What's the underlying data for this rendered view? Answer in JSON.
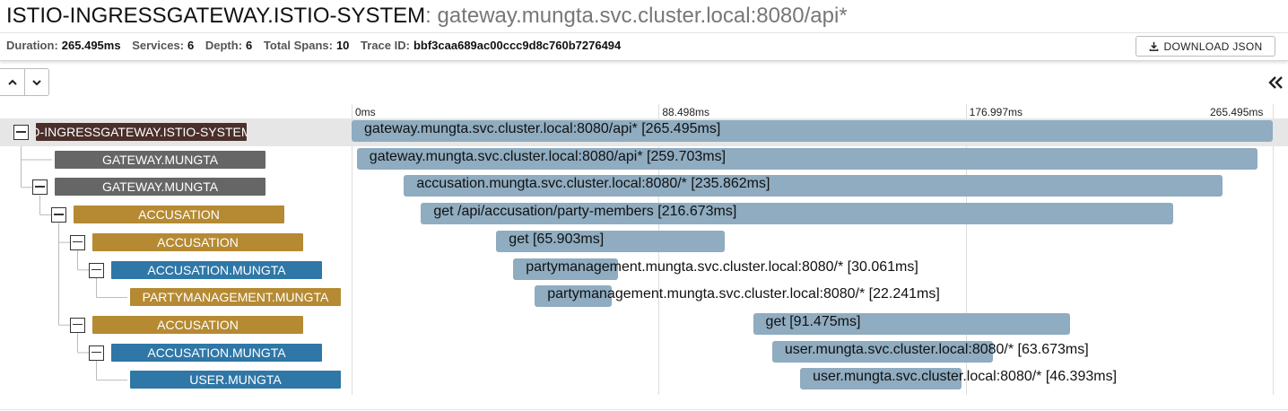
{
  "trace": {
    "root_service": "ISTIO-INGRESSGATEWAY.ISTIO-SYSTEM",
    "separator": ": ",
    "root_operation": "gateway.mungta.svc.cluster.local:8080/api*"
  },
  "meta": {
    "duration_label": "Duration:",
    "duration": "265.495ms",
    "services_label": "Services:",
    "services": "6",
    "depth_label": "Depth:",
    "depth": "6",
    "spans_label": "Total Spans:",
    "spans": "10",
    "trace_id_label": "Trace ID:",
    "trace_id": "bbf3caa689ac00ccc9d8c760b7276494"
  },
  "toolbar": {
    "download_label": "DOWNLOAD JSON",
    "up_icon": "chevron-up-icon",
    "down_icon": "chevron-down-icon",
    "collapse_icon": "double-chevron-left-icon"
  },
  "timeline": {
    "ticks": [
      "0ms",
      "88.498ms",
      "176.997ms",
      "265.495ms"
    ],
    "total_ms": 265.495
  },
  "colors": {
    "istio": "#4a2f2b",
    "gateway": "#666666",
    "accusation": "#b58a33",
    "accusation_mungta": "#2f77a7",
    "partymanagement": "#b58a33",
    "user": "#2f77a7",
    "bar": "#8daabf"
  },
  "spans": [
    {
      "service": "ISTIO-INGRESSGATEWAY.ISTIO-SYSTEM",
      "label": "gateway.mungta.svc.cluster.local:8080/api* [265.495ms]",
      "start_ms": 0,
      "duration_ms": 265.495,
      "depth": 0,
      "has_children": true,
      "color": "#4a2f2b",
      "selected": true
    },
    {
      "service": "GATEWAY.MUNGTA",
      "label": "gateway.mungta.svc.cluster.local:8080/api* [259.703ms]",
      "start_ms": 1.5,
      "duration_ms": 259.703,
      "depth": 1,
      "has_children": false,
      "color": "#666666"
    },
    {
      "service": "GATEWAY.MUNGTA",
      "label": "accusation.mungta.svc.cluster.local:8080/* [235.862ms]",
      "start_ms": 15.1,
      "duration_ms": 235.862,
      "depth": 1,
      "has_children": true,
      "color": "#666666"
    },
    {
      "service": "ACCUSATION",
      "label": "get /api/accusation/party-members [216.673ms]",
      "start_ms": 20.0,
      "duration_ms": 216.673,
      "depth": 2,
      "has_children": true,
      "color": "#b58a33"
    },
    {
      "service": "ACCUSATION",
      "label": "get [65.903ms]",
      "start_ms": 41.7,
      "duration_ms": 65.903,
      "depth": 3,
      "has_children": true,
      "color": "#b58a33"
    },
    {
      "service": "ACCUSATION.MUNGTA",
      "label": "partymanagement.mungta.svc.cluster.local:8080/* [30.061ms]",
      "start_ms": 46.6,
      "duration_ms": 30.061,
      "depth": 4,
      "has_children": true,
      "color": "#2f77a7"
    },
    {
      "service": "PARTYMANAGEMENT.MUNGTA",
      "label": "partymanagement.mungta.svc.cluster.local:8080/* [22.241ms]",
      "start_ms": 52.8,
      "duration_ms": 22.241,
      "depth": 5,
      "has_children": false,
      "color": "#b58a33"
    },
    {
      "service": "ACCUSATION",
      "label": "get [91.475ms]",
      "start_ms": 115.7,
      "duration_ms": 91.475,
      "depth": 3,
      "has_children": true,
      "color": "#b58a33"
    },
    {
      "service": "ACCUSATION.MUNGTA",
      "label": "user.mungta.svc.cluster.local:8080/* [63.673ms]",
      "start_ms": 121.2,
      "duration_ms": 63.673,
      "depth": 4,
      "has_children": true,
      "color": "#2f77a7"
    },
    {
      "service": "USER.MUNGTA",
      "label": "user.mungta.svc.cluster.local:8080/* [46.393ms]",
      "start_ms": 129.3,
      "duration_ms": 46.393,
      "depth": 5,
      "has_children": false,
      "color": "#2f77a7"
    }
  ]
}
